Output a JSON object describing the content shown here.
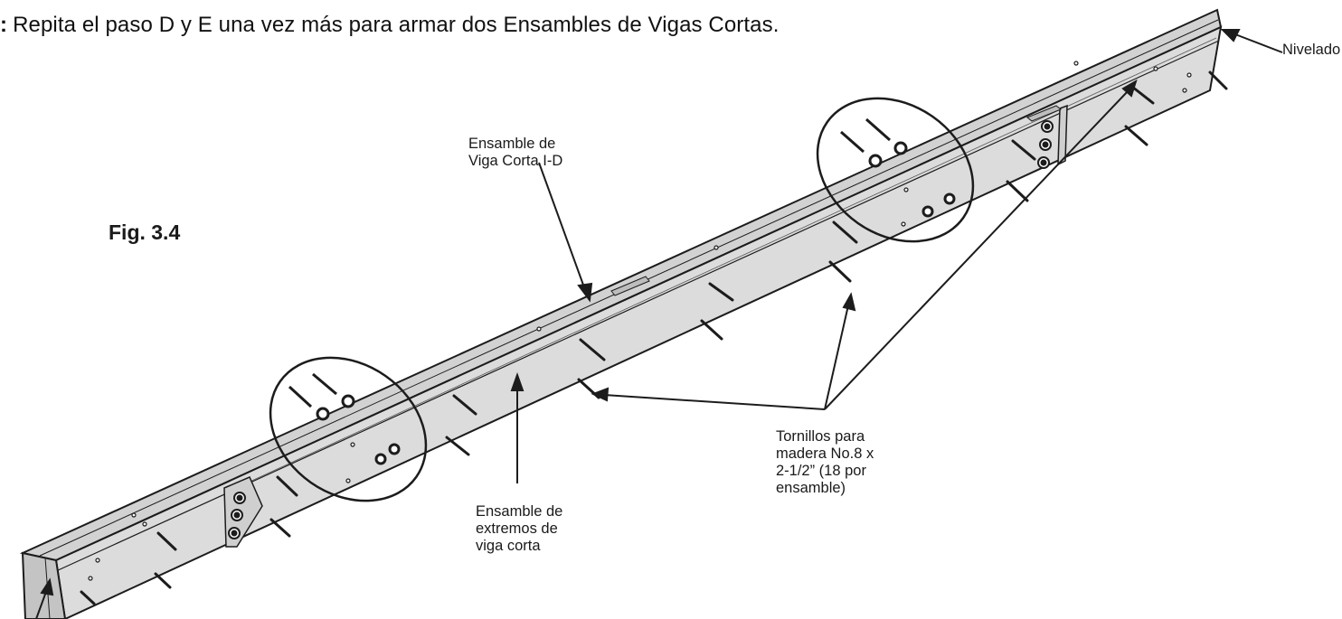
{
  "instruction": {
    "prefix": ":",
    "text": "Repita el paso D y E una vez más para armar dos Ensambles de Vigas Cortas."
  },
  "figure_label": "Fig. 3.4",
  "labels": {
    "nivelado": "Nivelado",
    "viga_corta_id": "Ensamble de\nViga Corta I-D",
    "extremos": "Ensamble de\nextremos de\nviga corta",
    "tornillos": "Tornillos para\nmadera No.8 x\n2-1/2” (18 por\nensamble)"
  },
  "colors": {
    "beam_top": "#cfcfcf",
    "beam_side": "#dcdcdc",
    "beam_end": "#c4c4c4",
    "outline": "#1c1c1c"
  }
}
